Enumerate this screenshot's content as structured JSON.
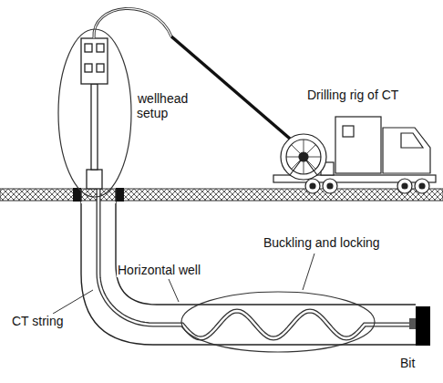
{
  "diagram": {
    "labels": [
      "Drilling rig of CT",
      "wellhead setup",
      "Buckling and locking",
      "Horizontal well",
      "CT string",
      "Bit"
    ]
  }
}
